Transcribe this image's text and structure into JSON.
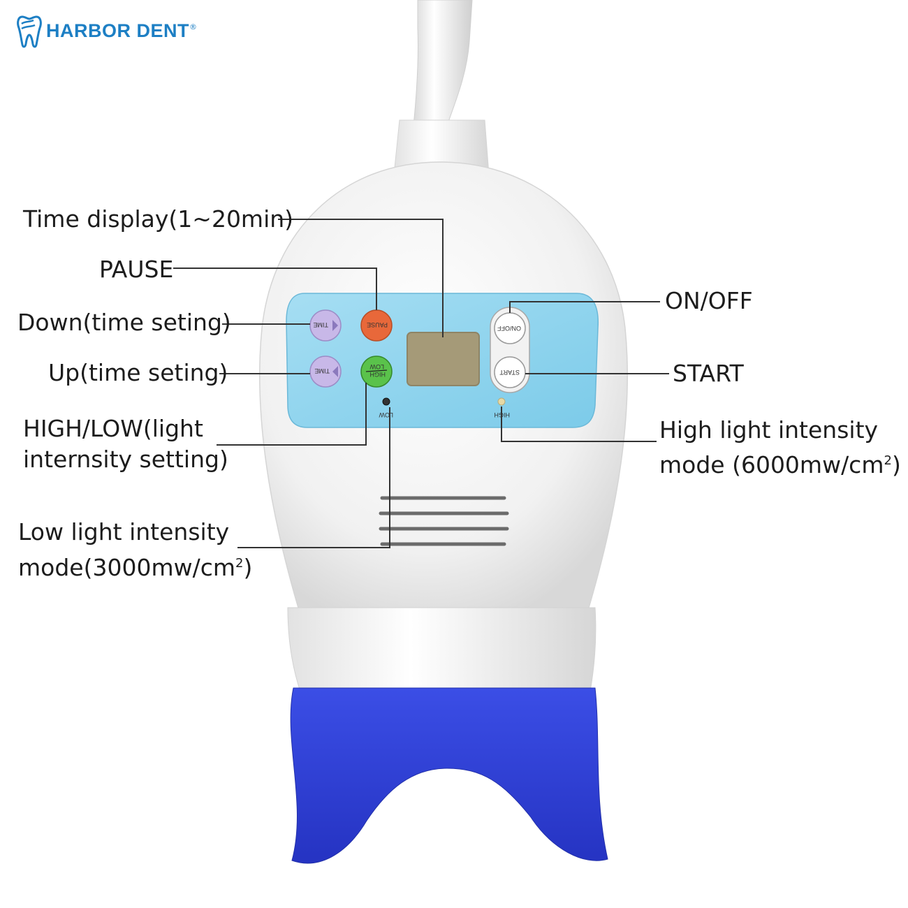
{
  "brand": {
    "name": "HARBOR DENT",
    "mark": "®",
    "color": "#1d7fc4"
  },
  "labels": {
    "time_display": "Time display(1~20min)",
    "pause": "PAUSE",
    "down": "Down(time seting)",
    "up": "Up(time seting)",
    "high_low_line1": "HIGH/LOW(light",
    "high_low_line2": "internsity setting)",
    "low_mode_line1": "Low light intensity",
    "low_mode_line2": "mode(3000mw/cm",
    "low_mode_sup": "2",
    "low_mode_end": ")",
    "on_off": "ON/OFF",
    "start": "START",
    "high_mode_line1": "High light intensity",
    "high_mode_line2": "mode (6000mw/cm",
    "high_mode_sup": "2",
    "high_mode_end": ")"
  },
  "panel": {
    "btn_time_down": "TIME",
    "btn_time_up": "TIME",
    "btn_pause": "PAUSE",
    "btn_high": "HIGH",
    "btn_low": "LOW",
    "btn_onoff": "ON/OFF",
    "btn_start": "START",
    "indicator_low": "LOW",
    "indicator_high": "HIGH"
  },
  "colors": {
    "panel_blue": "#8fd3ee",
    "pause_button": "#e8683a",
    "highlow_button": "#57c04a",
    "time_button": "#c7b6e6",
    "mouthpiece": "#2f3fd6",
    "display": "#a59a78"
  }
}
